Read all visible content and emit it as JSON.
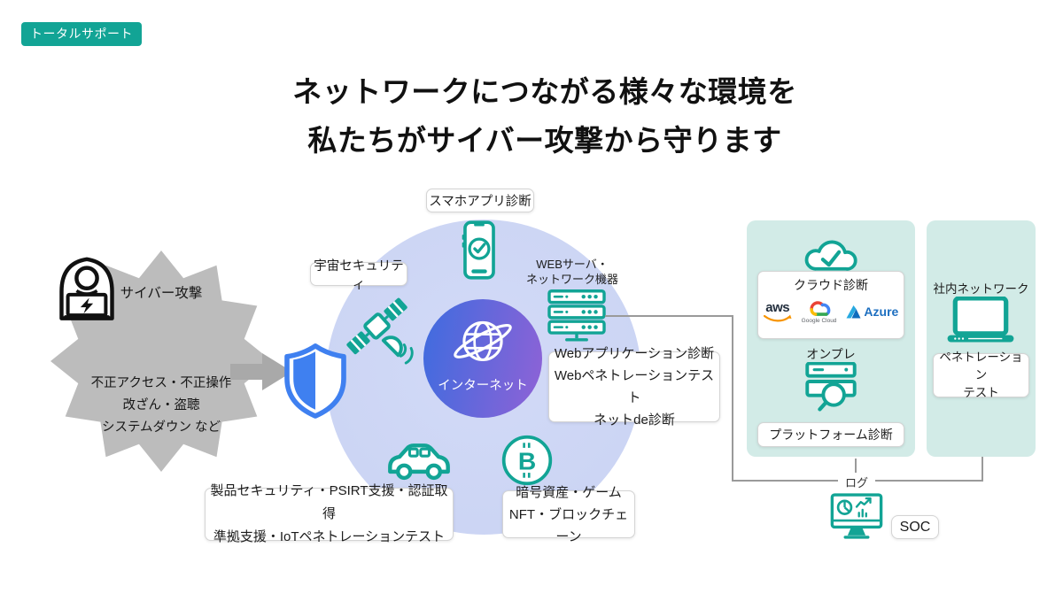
{
  "badge": {
    "label": "トータルサポート"
  },
  "title": {
    "line1": "ネットワークにつながる様々な環境を",
    "line2": "私たちがサイバー攻撃から守ります"
  },
  "attack": {
    "title": "サイバー攻撃",
    "line1": "不正アクセス・不正操作",
    "line2": "改ざん・盗聴",
    "line3": "システムダウン など"
  },
  "center": {
    "internet_label": "インターネット"
  },
  "callouts": {
    "smartphone": "スマホアプリ診断",
    "space": "宇宙セキュリティ",
    "webserver_line1": "WEBサーバ・",
    "webserver_line2": "ネットワーク機器",
    "web_diag_line1": "Webアプリケーション診断",
    "web_diag_line2": "Webペネトレーションテスト",
    "web_diag_line3": "ネットde診断",
    "product_line1": "製品セキュリティ・PSIRT支援・認証取得",
    "product_line2": "準拠支援・IoTペネトレーションテスト",
    "crypto_line1": "暗号資産・ゲーム",
    "crypto_line2": "NFT・ブロックチェーン"
  },
  "cloud_panel": {
    "diag_label": "クラウド診断",
    "aws_label": "aws",
    "gcp_label": "Google Cloud",
    "azure_label": "Azure",
    "onprem_label": "オンプレ",
    "platform_label": "プラットフォーム診断"
  },
  "office_panel": {
    "title": "社内ネットワーク",
    "box_line1": "ペネトレーション",
    "box_line2": "テスト"
  },
  "soc": {
    "log_label": "ログ",
    "soc_label": "SOC"
  },
  "colors": {
    "teal": "#12a495",
    "panel_bg": "#d2ebe7",
    "circle_bg": "#ccd5f4",
    "inner_from": "#3e6cdf",
    "inner_to": "#8f62d6",
    "shield_blue": "#3f80f0",
    "star_gray": "#bcbcbc",
    "arrow_gray": "#a9a9a9",
    "line_gray": "#9a9a9a",
    "aws_dark": "#232f3e",
    "aws_orange": "#f79400",
    "azure_blue": "#1d6fc0",
    "gcp_blue": "#4285f4",
    "gcp_red": "#ea4335",
    "gcp_yellow": "#fbbc05",
    "gcp_green": "#34a853"
  }
}
